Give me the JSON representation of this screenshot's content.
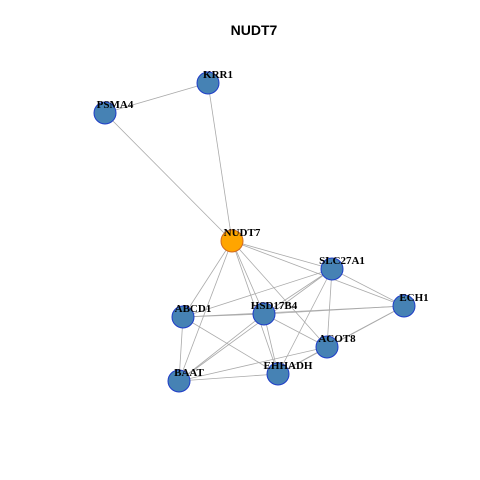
{
  "title": "NUDT7",
  "colors": {
    "hub_fill": "#FFA500",
    "hub_stroke": "#D2691E",
    "node_fill": "#4682B4",
    "node_stroke": "#1E3CC8",
    "edge": "#AAAAAA"
  },
  "nodes": [
    {
      "id": "NUDT7",
      "hub": true
    },
    {
      "id": "KRR1"
    },
    {
      "id": "PSMA4"
    },
    {
      "id": "SLC27A1"
    },
    {
      "id": "ECH1"
    },
    {
      "id": "HSD17B4"
    },
    {
      "id": "ABCD1"
    },
    {
      "id": "ACOT8"
    },
    {
      "id": "EHHADH"
    },
    {
      "id": "BAAT"
    }
  ],
  "edges": [
    [
      "PSMA4",
      "KRR1"
    ],
    [
      "PSMA4",
      "NUDT7"
    ],
    [
      "KRR1",
      "NUDT7"
    ],
    [
      "NUDT7",
      "SLC27A1"
    ],
    [
      "NUDT7",
      "ECH1"
    ],
    [
      "NUDT7",
      "HSD17B4"
    ],
    [
      "NUDT7",
      "ABCD1"
    ],
    [
      "NUDT7",
      "ACOT8"
    ],
    [
      "NUDT7",
      "EHHADH"
    ],
    [
      "NUDT7",
      "BAAT"
    ],
    [
      "SLC27A1",
      "ECH1"
    ],
    [
      "SLC27A1",
      "HSD17B4"
    ],
    [
      "SLC27A1",
      "ABCD1"
    ],
    [
      "SLC27A1",
      "ACOT8"
    ],
    [
      "SLC27A1",
      "EHHADH"
    ],
    [
      "SLC27A1",
      "BAAT"
    ],
    [
      "ECH1",
      "HSD17B4"
    ],
    [
      "ECH1",
      "ABCD1"
    ],
    [
      "ECH1",
      "ACOT8"
    ],
    [
      "ECH1",
      "EHHADH"
    ],
    [
      "HSD17B4",
      "ABCD1"
    ],
    [
      "HSD17B4",
      "ACOT8"
    ],
    [
      "HSD17B4",
      "EHHADH"
    ],
    [
      "HSD17B4",
      "BAAT"
    ],
    [
      "ABCD1",
      "EHHADH"
    ],
    [
      "ABCD1",
      "BAAT"
    ],
    [
      "ACOT8",
      "EHHADH"
    ],
    [
      "ACOT8",
      "BAAT"
    ],
    [
      "EHHADH",
      "BAAT"
    ]
  ]
}
